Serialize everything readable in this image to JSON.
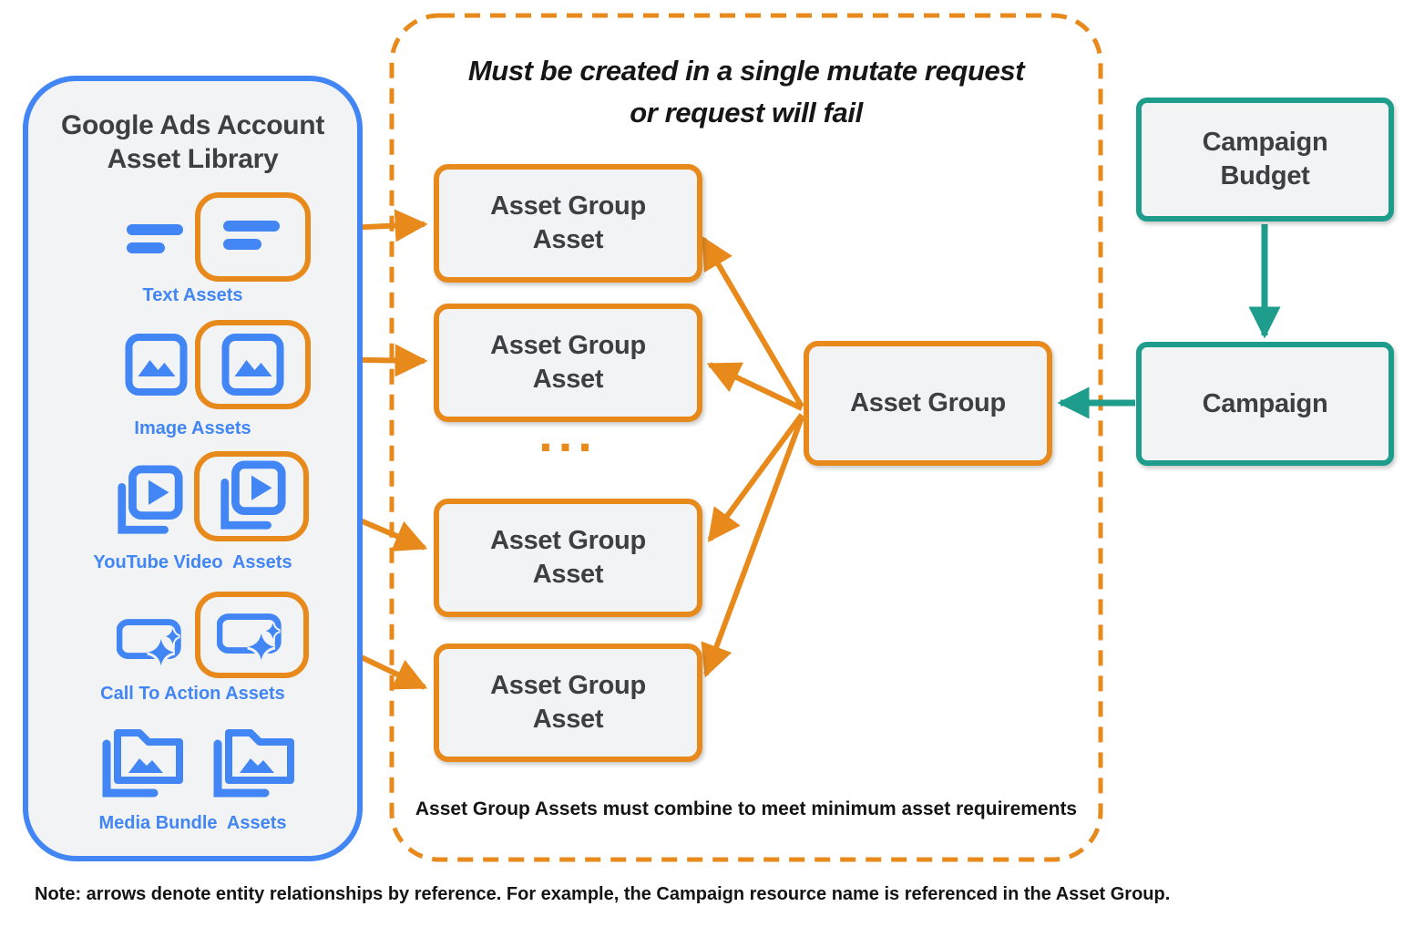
{
  "colors": {
    "blue": "#4285F4",
    "orange": "#E8891C",
    "teal": "#1E9C8C",
    "box_fill": "#F1F3F4",
    "text_dark": "#3C4043",
    "text_black": "#141414"
  },
  "asset_library": {
    "title_line1": "Google Ads Account",
    "title_line2": "Asset Library",
    "items": [
      {
        "label": "Text Assets",
        "icon": "text-asset-icon",
        "highlighted": true
      },
      {
        "label": "Image Assets",
        "icon": "image-asset-icon",
        "highlighted": true
      },
      {
        "label": "YouTube Video  Assets",
        "icon": "youtube-video-asset-icon",
        "highlighted": true
      },
      {
        "label": "Call To Action Assets",
        "icon": "call-to-action-asset-icon",
        "highlighted": true
      },
      {
        "label": "Media Bundle  Assets",
        "icon": "media-bundle-asset-icon",
        "highlighted": false
      }
    ]
  },
  "mutate_box": {
    "title_line1": "Must be created in a single mutate request",
    "title_line2": "or request will fail",
    "ellipsis": "...",
    "footnote": "Asset Group Assets must combine to meet minimum asset requirements"
  },
  "asset_group_asset": {
    "line1": "Asset Group",
    "line2": "Asset"
  },
  "asset_group": {
    "label": "Asset Group"
  },
  "campaign_budget": {
    "line1": "Campaign",
    "line2": "Budget"
  },
  "campaign": {
    "label": "Campaign"
  },
  "page_note": "Note: arrows denote entity relationships by reference. For example, the Campaign resource name is referenced in the Asset Group."
}
